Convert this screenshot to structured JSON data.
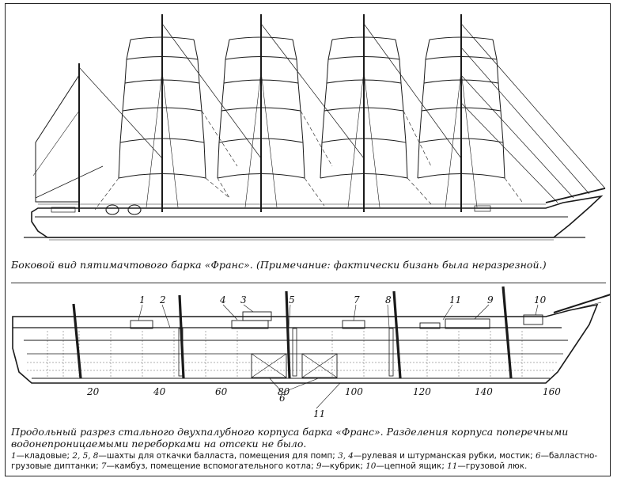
{
  "side_view": {
    "caption": "Боковой вид пятимачтового барка «Франс». (Примечание: фактически бизань была неразрезной.)"
  },
  "section_view": {
    "callouts_top": [
      "1",
      "2",
      "3",
      "4",
      "5",
      "7",
      "8",
      "11",
      "9",
      "10"
    ],
    "callouts_bottom": [
      "6",
      "11"
    ],
    "frame_scale": [
      "20",
      "40",
      "60",
      "80",
      "100",
      "120",
      "140",
      "160"
    ],
    "caption": "Продольный разрез стального двухпалубного корпуса барка «Франс». Разделения корпуса поперечными водонепроницаемыми переборками на отсеки не было.",
    "legend": [
      {
        "num": "1",
        "text": "—кладовые; "
      },
      {
        "num": "2, 5, 8",
        "text": "—шахты для откачки балласта, помещения для помп; "
      },
      {
        "num": "3, 4",
        "text": "—рулевая и штурманская рубки, мостик; "
      },
      {
        "num": "6",
        "text": "—балластно-грузовые диптанки; "
      },
      {
        "num": "7",
        "text": "—камбуз, помещение вспомогательного котла; "
      },
      {
        "num": "9",
        "text": "—кубрик; "
      },
      {
        "num": "10",
        "text": "—цепной ящик; "
      },
      {
        "num": "11",
        "text": "—грузовой люк."
      }
    ]
  }
}
